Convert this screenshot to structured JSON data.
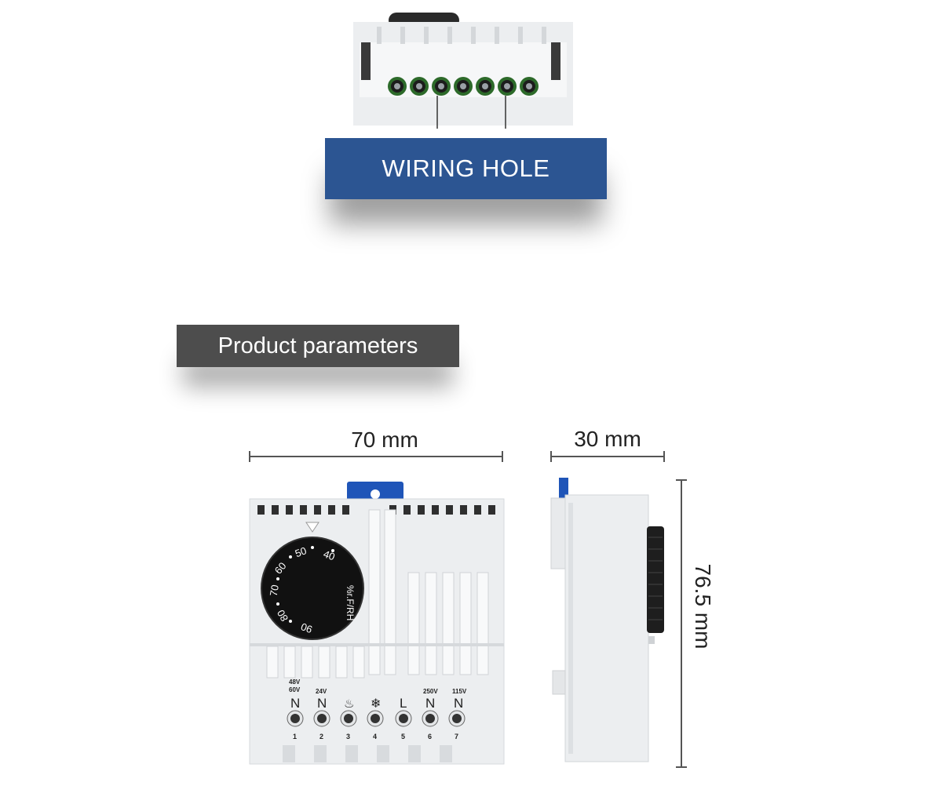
{
  "wiring": {
    "label": "WIRING HOLE"
  },
  "params": {
    "banner": "Product parameters"
  },
  "dimensions": {
    "width": "70 mm",
    "depth": "30 mm",
    "height": "76.5 mm"
  },
  "dial": {
    "numbers": [
      "50",
      "40",
      "60",
      "70",
      "80",
      "90"
    ],
    "unit": "%r.F/RH"
  },
  "terminals": {
    "voltages": [
      "48V\n60V",
      "24V",
      "",
      "",
      "",
      "250V",
      "115V"
    ],
    "symbols": [
      "N",
      "N",
      "heat-icon",
      "snowflake-icon",
      "L",
      "N",
      "N"
    ],
    "numbers": [
      "1",
      "2",
      "3",
      "4",
      "5",
      "6",
      "7"
    ]
  },
  "colors": {
    "wiring_bg": "#2c5592",
    "banner_bg": "#4d4d4d",
    "clip_blue": "#1f55b8"
  }
}
